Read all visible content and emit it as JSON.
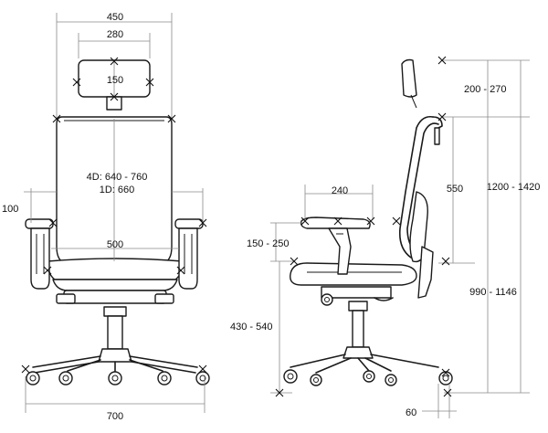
{
  "front_view": {
    "overall_width": "450",
    "headrest_width": "280",
    "headrest_height": "150",
    "backrest_height_4d": "4D: 640 - 760",
    "backrest_height_1d": "1D: 660",
    "armrest_height": "100",
    "seat_width": "500",
    "base_diameter": "700"
  },
  "side_view": {
    "headrest_adjust": "200 - 270",
    "backrest_height": "550",
    "overall_height": "1200 - 1420",
    "armrest_depth": "240",
    "armrest_height_adjust": "150 - 250",
    "height_without_headrest": "990 - 1146",
    "seat_height": "430 - 540",
    "castor_offset": "60"
  }
}
